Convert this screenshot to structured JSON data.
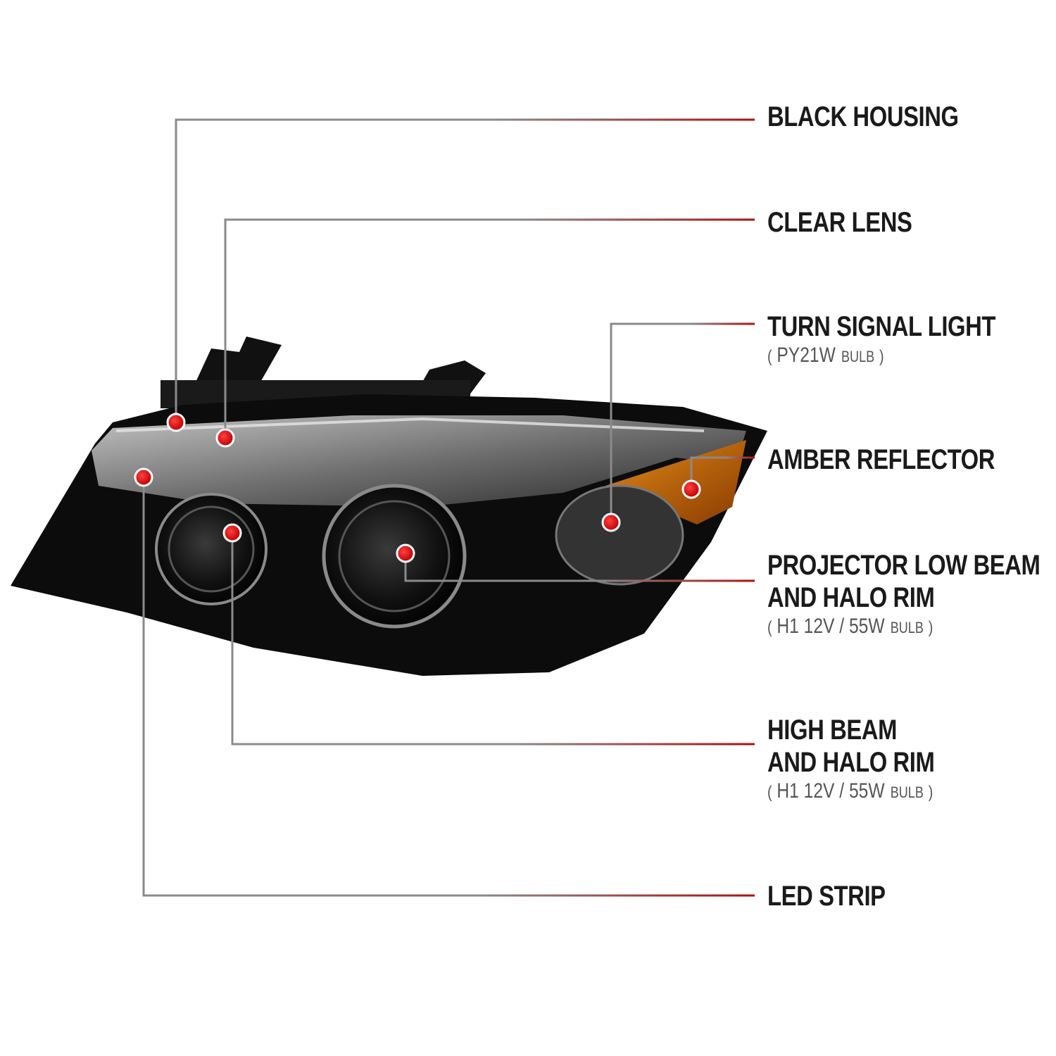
{
  "colors": {
    "leader_line": "#8a8a8a",
    "leader_accent": "#b01010",
    "marker_dot": "#e00000",
    "housing": "#0c0c0c",
    "amber": "#c66a0a",
    "label_text": "#1a1a1a",
    "bulb_text": "#555555"
  },
  "callouts": [
    {
      "title_lines": [
        "BLACK HOUSING"
      ]
    },
    {
      "title_lines": [
        "CLEAR LENS"
      ]
    },
    {
      "title_lines": [
        "TURN SIGNAL LIGHT"
      ],
      "bulb": {
        "spec": "PY21W",
        "unit": "BULB"
      }
    },
    {
      "title_lines": [
        "AMBER REFLECTOR"
      ]
    },
    {
      "title_lines": [
        "PROJECTOR LOW BEAM",
        "AND HALO RIM"
      ],
      "bulb": {
        "spec": "H1  12V / 55W",
        "unit": "BULB"
      }
    },
    {
      "title_lines": [
        "HIGH BEAM",
        "AND HALO RIM"
      ],
      "bulb": {
        "spec": "H1  12V / 55W",
        "unit": "BULB"
      }
    },
    {
      "title_lines": [
        "LED STRIP"
      ]
    }
  ]
}
